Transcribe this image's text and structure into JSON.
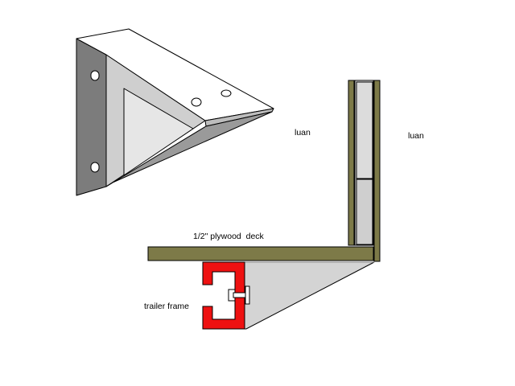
{
  "labels": {
    "luan_left": "luan",
    "luan_right": "luan",
    "plywood_deck": "1/2\" plywood  deck",
    "trailer_frame": "trailer frame"
  },
  "colors": {
    "plywood": "#7d7a48",
    "trailer_frame": "#ee1111",
    "bracket_face": "#d6d6d6",
    "bracket_dark": "#7a7a7a",
    "bracket_light": "#ffffff",
    "outline": "#000000"
  }
}
